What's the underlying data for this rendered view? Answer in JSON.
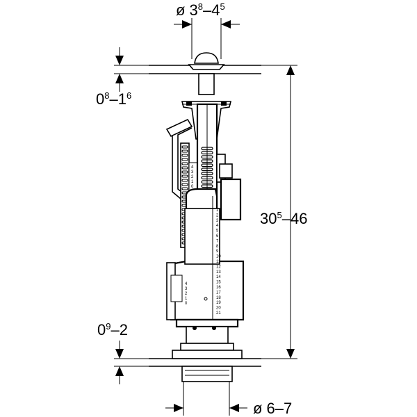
{
  "dimensions": {
    "top_diameter": {
      "prefix": "ø 3",
      "sup1": "8",
      "mid": "–4",
      "sup2": "5"
    },
    "left_upper": {
      "a": "0",
      "sup1": "8",
      "mid": "–1",
      "sup2": "6"
    },
    "height": {
      "a": "30",
      "sup1": "5",
      "mid": "–46"
    },
    "left_lower": {
      "a": "0",
      "sup1": "9",
      "mid": "–2"
    },
    "bottom_diameter": {
      "text": "ø 6–7"
    }
  },
  "scales": {
    "right_scale": [
      "1",
      "2",
      "3",
      "4",
      "5",
      "6",
      "7",
      "8",
      "9",
      "10",
      "11",
      "12",
      "13",
      "14",
      "15",
      "16",
      "17",
      "18",
      "19",
      "20",
      "21"
    ],
    "left_scale": [
      "4",
      "3",
      "2",
      "1",
      "0"
    ],
    "upper_scale": [
      "4",
      "3",
      "2",
      "1",
      "0"
    ]
  }
}
